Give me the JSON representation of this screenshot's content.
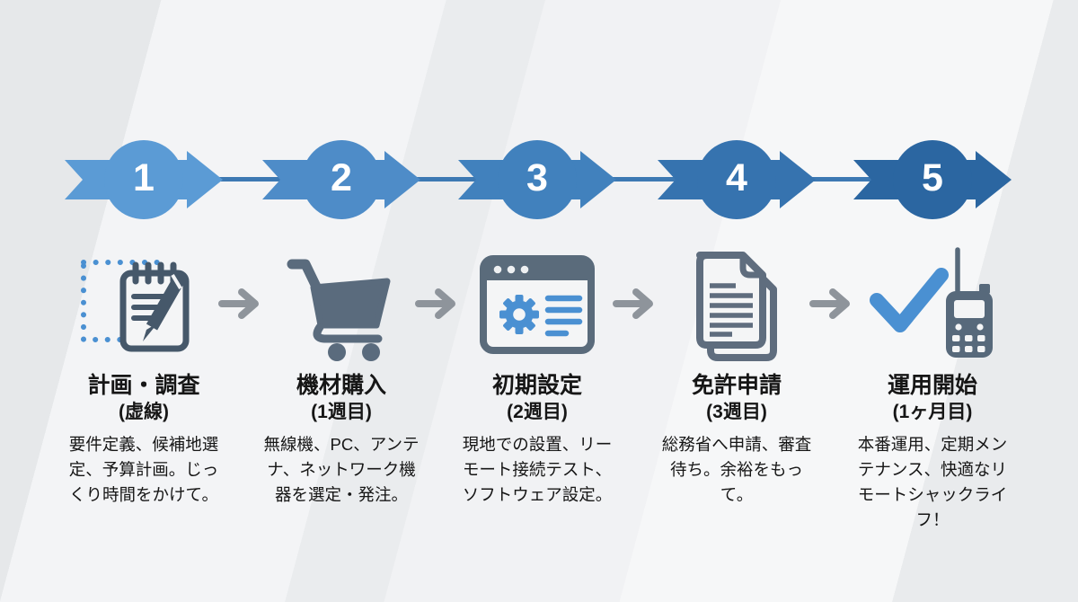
{
  "steps": [
    {
      "number": "1",
      "icon": "notepad-pencil-icon",
      "title": "計画・調査",
      "subtitle": "(虚線)",
      "description": "要件定義、候補地選定、予算計画。じっくり時間をかけて。",
      "node_color": "#5b9bd5"
    },
    {
      "number": "2",
      "icon": "shopping-cart-icon",
      "title": "機材購入",
      "subtitle": "(1週目)",
      "description": "無線機、PC、アンテナ、ネットワーク機器を選定・発注。",
      "node_color": "#4e8cc8"
    },
    {
      "number": "3",
      "icon": "browser-settings-icon",
      "title": "初期設定",
      "subtitle": "(2週目)",
      "description": "現地での設置、リーモート接続テスト、ソフトウェア設定。",
      "node_color": "#4181bd"
    },
    {
      "number": "4",
      "icon": "documents-icon",
      "title": "免許申請",
      "subtitle": "(3週目)",
      "description": "総務省へ申請、審査待ち。余裕をもって。",
      "node_color": "#3673af"
    },
    {
      "number": "5",
      "icon": "check-radio-icon",
      "title": "運用開始",
      "subtitle": "(1ヶ月目)",
      "description": "本番運用、定期メンテナンス、快適なリモートシャックライフ！",
      "node_color": "#2b66a1"
    }
  ],
  "colors": {
    "accent_blue": "#4a90d2",
    "icon_slate": "#54667a",
    "arrow_gray": "#8e949b",
    "connector_blue": "#3d79b3",
    "text": "#161616",
    "background": "#edeff1"
  }
}
